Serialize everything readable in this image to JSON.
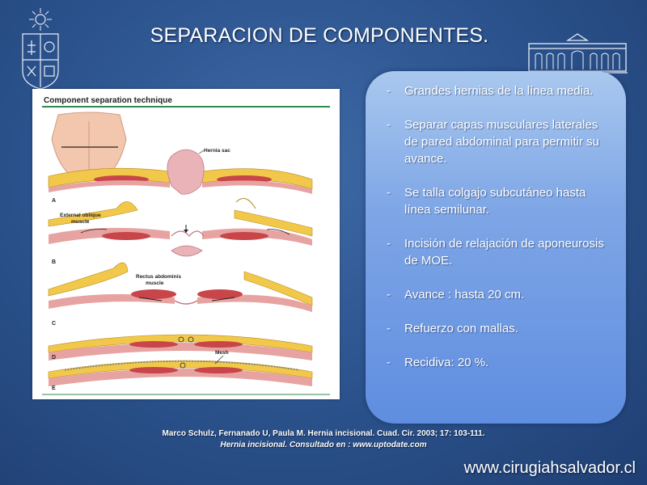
{
  "slide": {
    "title": "SEPARACION DE COMPONENTES.",
    "figure": {
      "title": "Component separation technique",
      "labels": {
        "hernia_sac": "Hernia sac",
        "external_oblique": "External oblique",
        "muscle": "muscle",
        "rectus_abdominis": "Rectus abdominis",
        "rectus_muscle": "muscle",
        "mesh": "Mesh"
      },
      "panel_letters": [
        "A",
        "B",
        "C",
        "D",
        "E"
      ]
    },
    "bullets": [
      "Grandes hernias de la línea media.",
      "Separar capas musculares laterales de pared abdominal para permitir su avance.",
      "Se talla colgajo subcutáneo hasta línea semilunar.",
      "Incisión de relajación de aponeurosis de MOE.",
      "Avance : hasta 20 cm.",
      "Refuerzo con mallas.",
      "Recidiva: 20 %."
    ],
    "bullet_marker": "-",
    "citation_line1": "Marco Schulz, Fernanado U, Paula M. Hernia incisional. Cuad. Cir. 2003;  17: 103-111.",
    "citation_line2": "Hernia incisional. Consultado en : www.uptodate.com",
    "website": "www.cirugiahsalvador.cl",
    "colors": {
      "background": "#2d5590",
      "panel": "#7ea6e6",
      "muscle": "#c8454a",
      "fat": "#f2c84a"
    }
  }
}
